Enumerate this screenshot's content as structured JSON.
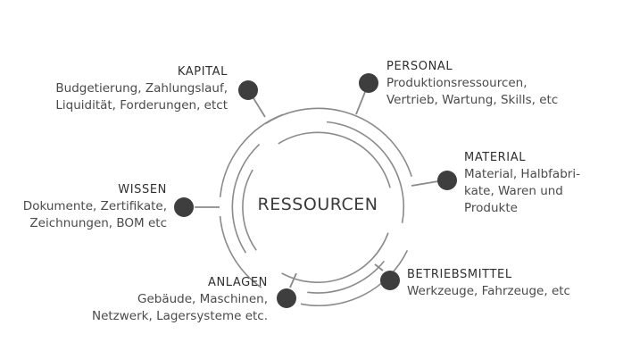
{
  "center": {
    "label": "RESSOURCEN"
  },
  "items": [
    {
      "key": "kapital",
      "title": "KAPITAL",
      "description": "Budgetierung, Zahlungslauf,\nLiquidität, Forderungen, etct"
    },
    {
      "key": "personal",
      "title": "PERSONAL",
      "description": "Produktionsressourcen,\nVertrieb, Wartung, Skills, etc"
    },
    {
      "key": "material",
      "title": "MATERIAL",
      "description": "Material, Halbfabri-\nkate, Waren und\nProdukte"
    },
    {
      "key": "wissen",
      "title": "WISSEN",
      "description": "Dokumente, Zertifikate,\nZeichnungen, BOM etc"
    },
    {
      "key": "betriebsmittel",
      "title": "BETRIEBSMITTEL",
      "description": "Werkzeuge, Fahrzeuge, etc"
    },
    {
      "key": "anlagen",
      "title": "ANLAGEN",
      "description": "Gebäude, Maschinen,\nNetzwerk, Lagersysteme etc."
    }
  ]
}
